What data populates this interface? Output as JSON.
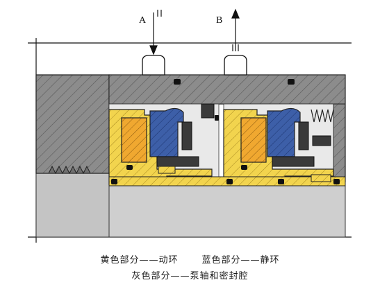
{
  "labels": {
    "port_a": "A",
    "port_b": "B"
  },
  "legend": {
    "yellow": "黄色部分——动环",
    "blue": "蓝色部分——静环",
    "gray": "灰色部分——泵轴和密封腔"
  },
  "colors": {
    "housing_gray": "#8c8c8c",
    "shaft_gray": "#c4c4c4",
    "yellow": "#f2d44e",
    "ring_orange": "#f0a830",
    "blue": "#3d5fa8",
    "dark_part": "#3a3a3a"
  }
}
